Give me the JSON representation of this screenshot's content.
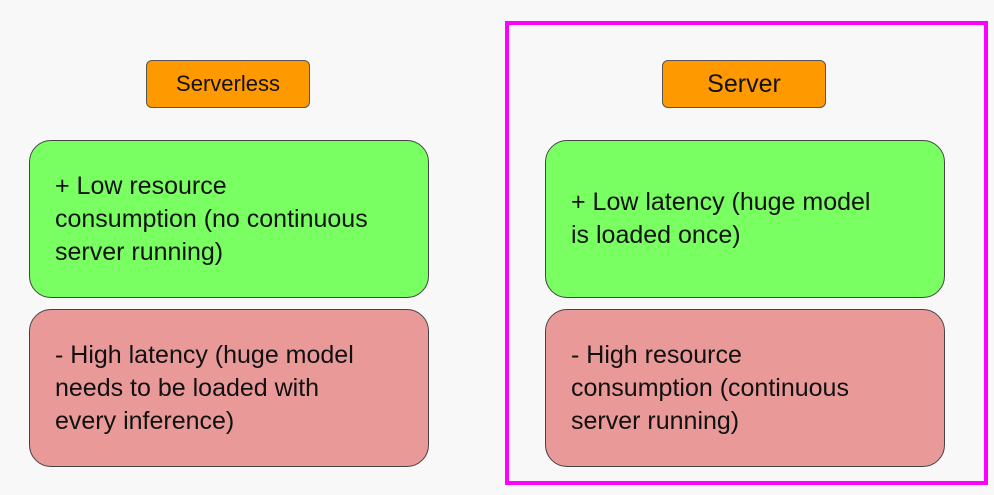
{
  "columns": {
    "serverless": {
      "title": "Serverless",
      "pro": "+ Low resource\nconsumption (no continuous\nserver running)",
      "con": "- High latency (huge model\nneeds to be loaded with\nevery inference)"
    },
    "server": {
      "title": "Server",
      "pro": "+ Low latency (huge model\nis loaded once)",
      "con": "- High resource\nconsumption (continuous\nserver running)"
    }
  },
  "colors": {
    "header_fill": "#ff9900",
    "pro_fill": "#79ff62",
    "con_fill": "#ea9999",
    "highlight_border": "#ff00ff",
    "background": "#f8f8f8"
  }
}
